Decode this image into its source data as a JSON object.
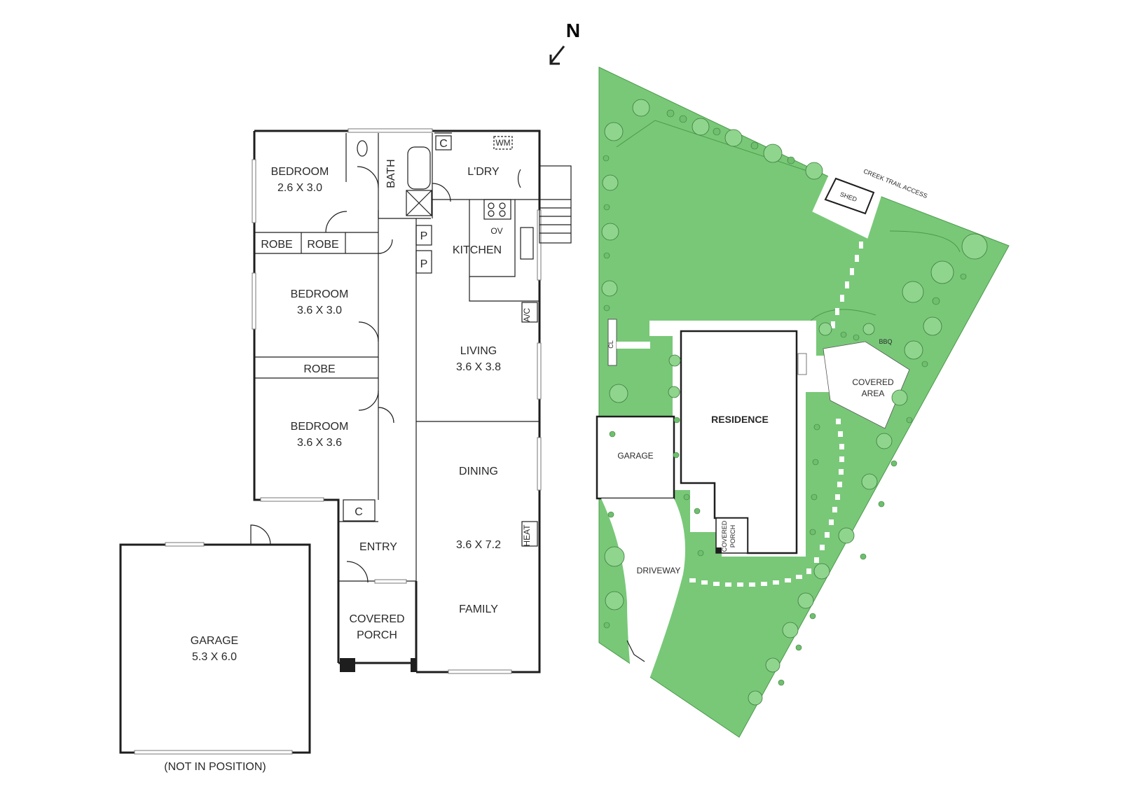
{
  "compass": {
    "label": "N"
  },
  "floor_plan": {
    "rooms": {
      "bedroom1": {
        "name": "BEDROOM",
        "dims": "2.6 X 3.0"
      },
      "bath": {
        "name": "BATH"
      },
      "laundry": {
        "name": "L'DRY",
        "wm": "WM",
        "cupboard": "C"
      },
      "robe1": "ROBE",
      "robe2": "ROBE",
      "kitchen": {
        "name": "KITCHEN",
        "ov": "OV",
        "pantry1": "P",
        "pantry2": "P"
      },
      "bedroom2": {
        "name": "BEDROOM",
        "dims": "3.6 X 3.0"
      },
      "ac": "A/C",
      "living": {
        "name": "LIVING",
        "dims": "3.6 X 3.8"
      },
      "robe3": "ROBE",
      "bedroom3": {
        "name": "BEDROOM",
        "dims": "3.6 X 3.6"
      },
      "dining": {
        "name": "DINING"
      },
      "family_dims": "3.6 X 7.2",
      "heat": "HEAT",
      "entry_cupboard": "C",
      "entry": {
        "name": "ENTRY"
      },
      "family": {
        "name": "FAMILY"
      },
      "porch": {
        "line1": "COVERED",
        "line2": "PORCH"
      }
    },
    "garage": {
      "name": "GARAGE",
      "dims": "5.3 X 6.0",
      "note": "(NOT IN POSITION)"
    }
  },
  "site_plan": {
    "creek": "CREEK TRAIL ACCESS",
    "shed": "SHED",
    "bbq": "BBQ",
    "clothesline": "CL",
    "residence": "RESIDENCE",
    "covered_area": {
      "line1": "COVERED",
      "line2": "AREA"
    },
    "garage": "GARAGE",
    "covered_porch": {
      "line1": "COVERED",
      "line2": "PORCH"
    },
    "driveway": "DRIVEWAY"
  },
  "colors": {
    "lawn": "#78c878",
    "lawn_edge": "#4a9a4a",
    "walls": "#1e1e1e"
  }
}
